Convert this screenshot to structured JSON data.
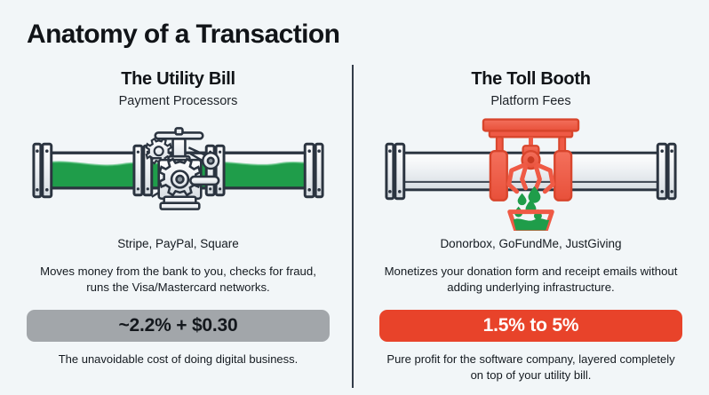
{
  "title": "Anatomy of a Transaction",
  "theme": {
    "background": "#f2f6f8",
    "divider": "#333c49",
    "ink": "#111418",
    "pipe_outline": "#2b3440",
    "pipe_metal": "#e9edf0",
    "flow_green": "#1f9d4a",
    "toll_red": "#ef5a45",
    "badge_gray": "#a2a6aa",
    "badge_red": "#e8432a"
  },
  "columns": [
    {
      "title": "The Utility Bill",
      "subtitle": "Payment Processors",
      "illustration": "pipeline-with-valve-icon",
      "brands": "Stripe, PayPal, Square",
      "description": "Moves money from the bank to you, checks for fraud, runs the Visa/Mastercard networks.",
      "badge_label": "~2.2% + $0.30",
      "badge_color": "#a2a6aa",
      "footnote": "The unavoidable cost of doing digital business."
    },
    {
      "title": "The Toll Booth",
      "subtitle": "Platform Fees",
      "illustration": "toll-booth-crane-icon",
      "brands": "Donorbox, GoFundMe, JustGiving",
      "description": "Monetizes your donation form and receipt emails without adding underlying infrastructure.",
      "badge_label": "1.5% to 5%",
      "badge_color": "#e8432a",
      "footnote": "Pure profit for the software company, layered completely on top of your utility bill."
    }
  ]
}
